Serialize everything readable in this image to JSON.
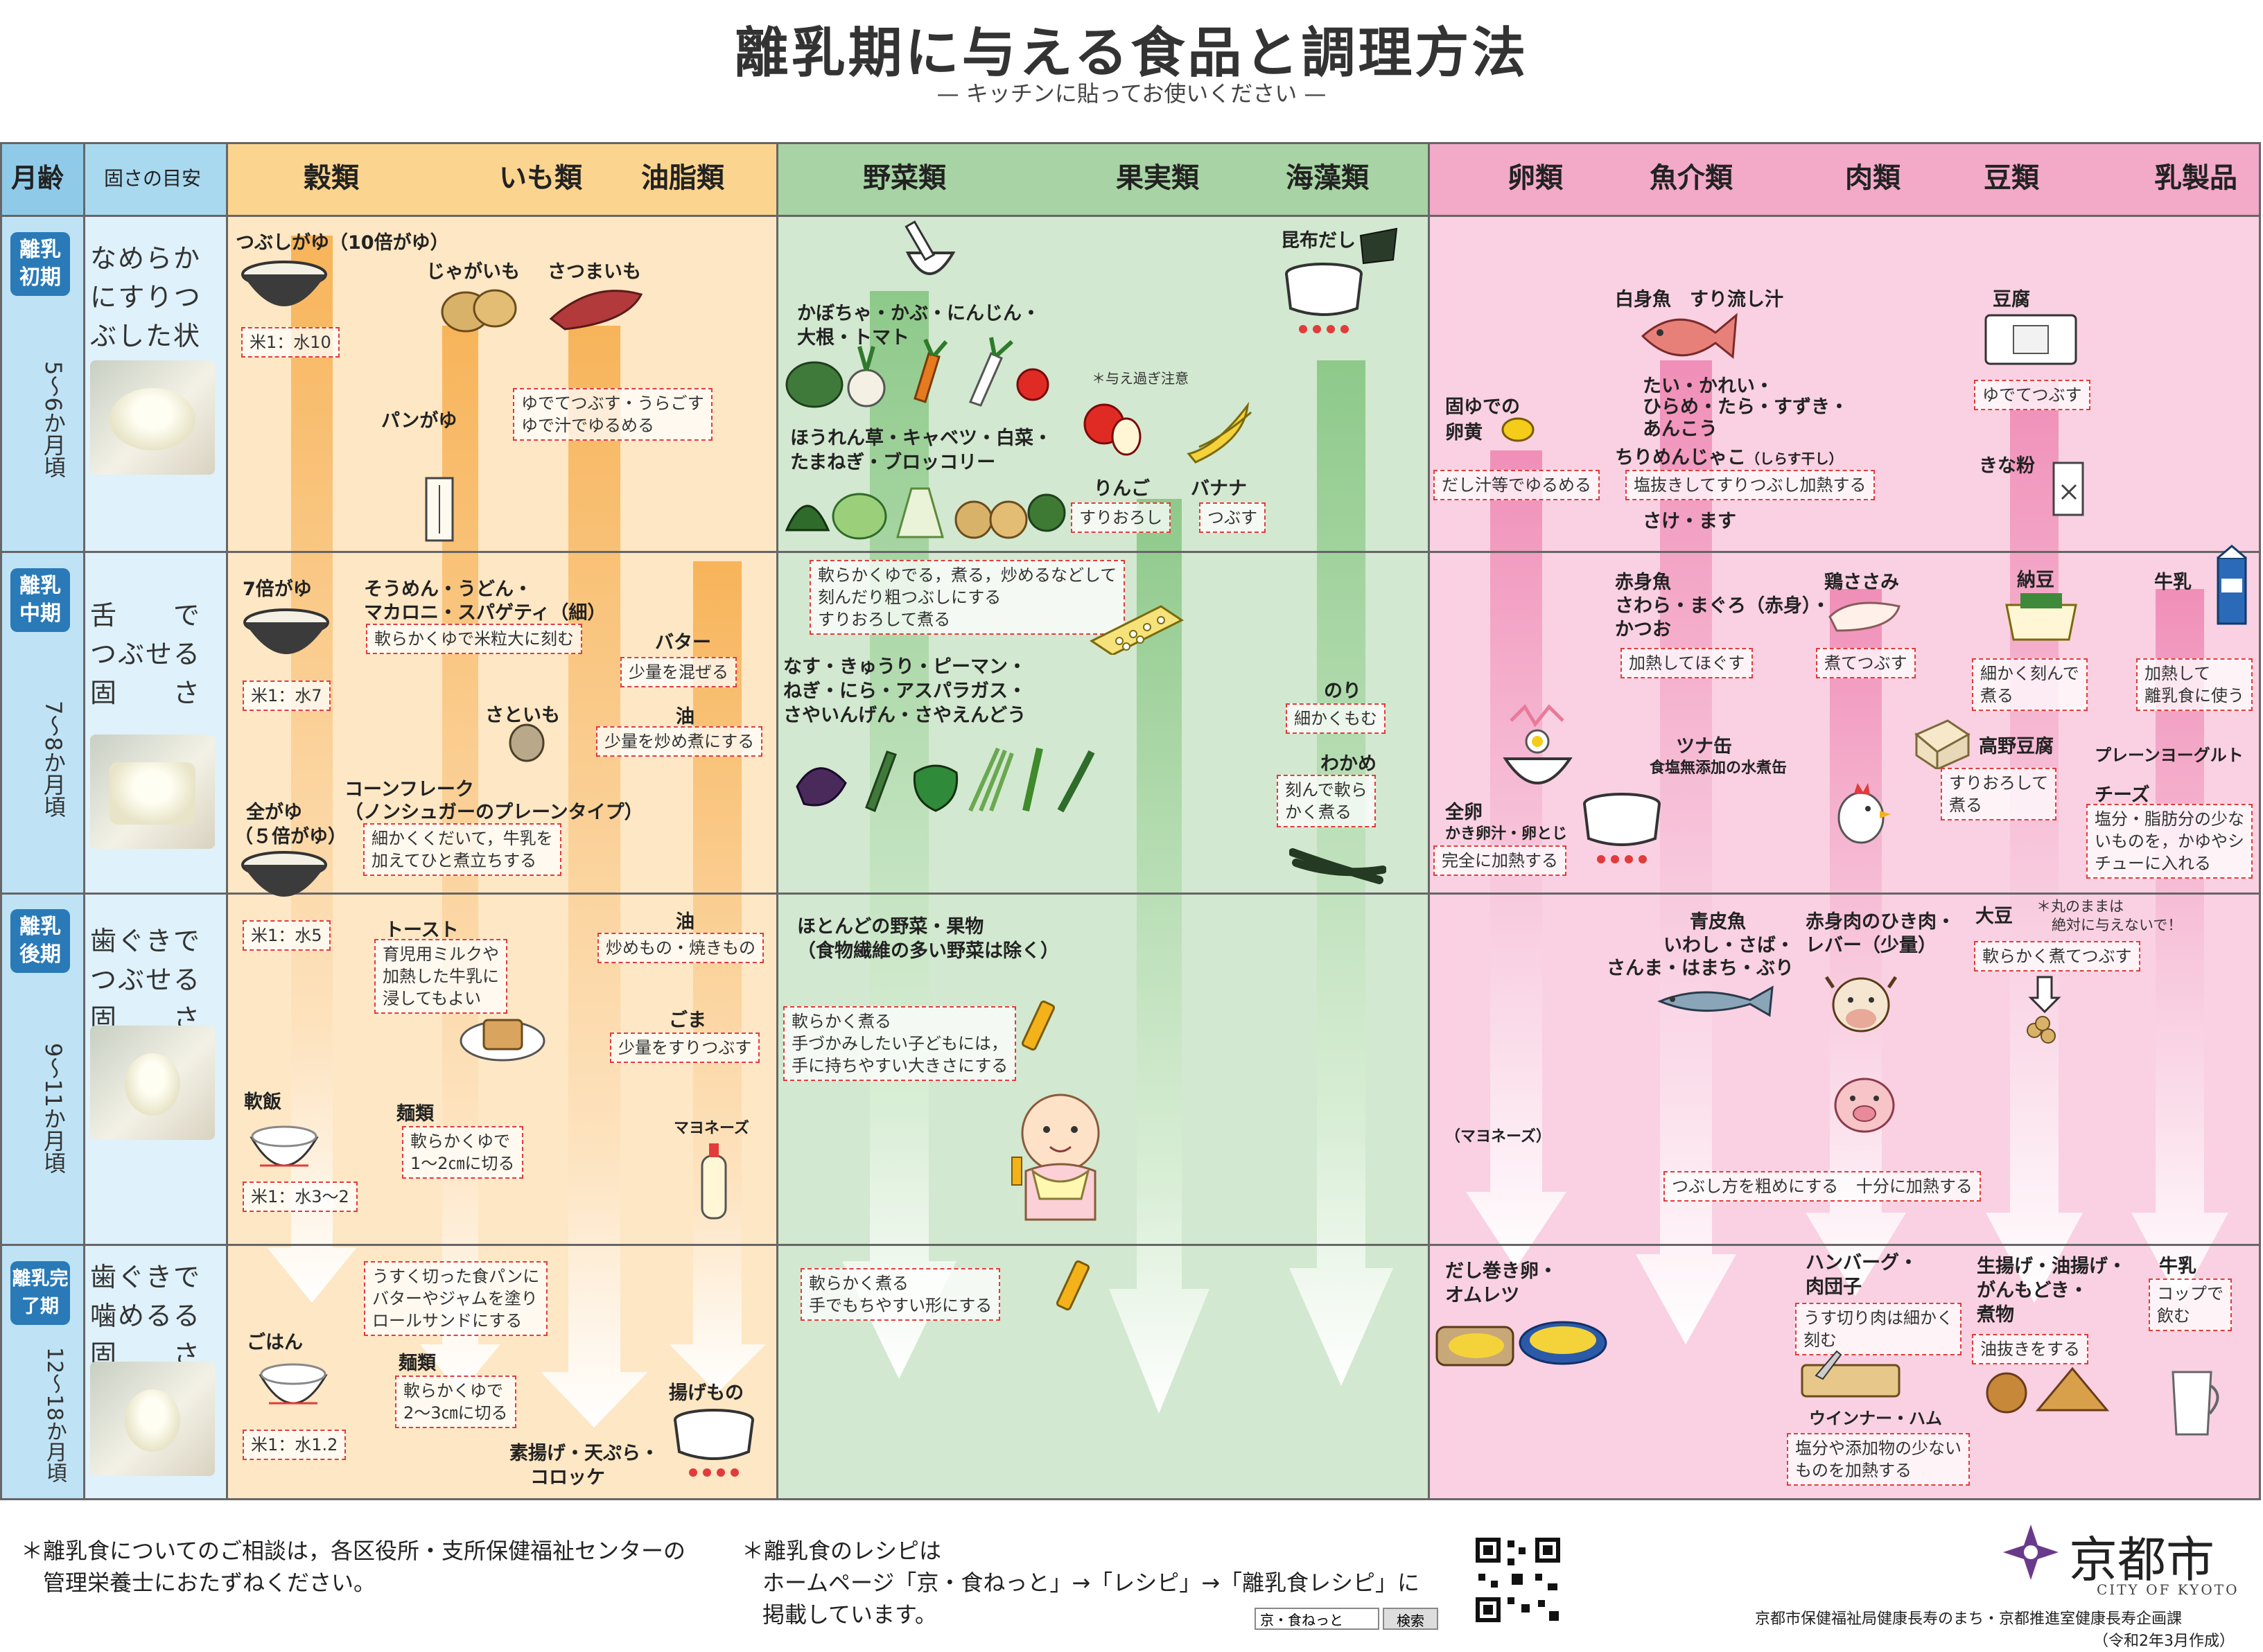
{
  "title": "離乳期に与える食品と調理方法",
  "subtitle": "— キッチンに貼ってお使いください —",
  "headers": {
    "month": "月齢",
    "firmness": "固さの目安",
    "grains": "穀類",
    "potatoes": "いも類",
    "fats": "油脂類",
    "vegetables": "野菜類",
    "fruits": "果実類",
    "seaweed": "海藻類",
    "eggs": "卵類",
    "seafood": "魚介類",
    "meat": "肉類",
    "beans": "豆類",
    "dairy": "乳製品"
  },
  "stages": [
    {
      "name": "離乳初期",
      "months": "5〜6か月頃",
      "firmness": "なめらかにすりつぶした状　　態"
    },
    {
      "name": "離乳中期",
      "months": "7〜8か月頃",
      "firmness": "舌　　でつぶせる固　　さ"
    },
    {
      "name": "離乳後期",
      "months": "9〜11か月頃",
      "firmness": "歯ぐきでつぶせる固　　さ"
    },
    {
      "name": "離乳完了期",
      "months": "12〜18か月頃",
      "firmness": "歯ぐきで噛めるる固　　さ"
    }
  ],
  "grains_col": {
    "s1_item": "つぶしがゆ（10倍がゆ）",
    "s1_ratio": "米1：水10",
    "s1_bread": "パンがゆ",
    "potato": "じゃがいも",
    "sweetpotato": "さつまいも",
    "potato_note1": "ゆでてつぶす・うらごす",
    "potato_note2": "ゆで汁でゆるめる",
    "s2_item": "7倍がゆ",
    "s2_ratio": "米1：水7",
    "noodles1": "そうめん・うどん・",
    "noodles2": "マカロニ・スパゲティ（細）",
    "noodles_note": "軟らかくゆで米粒大に刻む",
    "taro": "さといも",
    "butter": "バター",
    "butter_note": "少量を混ぜる",
    "oil": "油",
    "oil_note": "少量を炒め煮にする",
    "cornflake1": "コーンフレーク",
    "cornflake2": "（ノンシュガーのプレーンタイプ）",
    "cornflake_note1": "細かくくだいて，牛乳を",
    "cornflake_note2": "加えてひと煮立ちする",
    "zengayu1": "全がゆ",
    "zengayu2": "（５倍がゆ）",
    "s3_ratio": "米1：水5",
    "toast": "トースト",
    "toast_note1": "育児用ミルクや",
    "toast_note2": "加熱した牛乳に",
    "toast_note3": "浸してもよい",
    "oil3": "油",
    "oil3_note": "炒めもの・焼きもの",
    "sesame": "ごま",
    "sesame_note": "少量をすりつぶす",
    "mayo": "マヨネーズ",
    "softrice": "軟飯",
    "softrice_ratio": "米1：水3〜2",
    "men3": "麺類",
    "men3_note1": "軟らかくゆで",
    "men3_note2": "1〜2㎝に切る",
    "s4_bread_note1": "うすく切った食パンに",
    "s4_bread_note2": "バターやジャムを塗り",
    "s4_bread_note3": "ロールサンドにする",
    "rice": "ごはん",
    "rice_ratio": "米1：水1.2",
    "men4": "麺類",
    "men4_note1": "軟らかくゆで",
    "men4_note2": "2〜3㎝に切る",
    "fried": "揚げもの",
    "fried_items1": "素揚げ・天ぷら・",
    "fried_items2": "コロッケ"
  },
  "veg_col": {
    "s1_veg1": "かぼちゃ・かぶ・にんじん・",
    "s1_veg2": "大根・トマト",
    "s1_veg3": "ほうれん草・キャベツ・白菜・",
    "s1_veg4": "たまねぎ・ブロッコリー",
    "fruit_warn": "＊与え過ぎ注意",
    "apple": "りんご",
    "apple_note": "すりおろし",
    "banana": "バナナ",
    "banana_note": "つぶす",
    "kombu": "昆布だし",
    "s2_note1": "軟らかくゆでる，煮る，炒めるなどして",
    "s2_note2": "刻んだり粗つぶしにする",
    "s2_note3": "すりおろして煮る",
    "s2_veg1": "なす・きゅうり・ピーマン・",
    "s2_veg2": "ねぎ・にら・アスパラガス・",
    "s2_veg3": "さやいんげん・さやえんどう",
    "nori": "のり",
    "nori_note": "細かくもむ",
    "wakame": "わかめ",
    "wakame_note1": "刻んで軟ら",
    "wakame_note2": "かく煮る",
    "s3_veg1": "ほとんどの野菜・果物",
    "s3_veg2": "（食物繊維の多い野菜は除く）",
    "s3_note1": "軟らかく煮る",
    "s3_note2": "手づかみしたい子どもには，",
    "s3_note3": "手に持ちやすい大きさにする",
    "s4_note1": "軟らかく煮る",
    "s4_note2": "手でもちやすい形にする"
  },
  "protein_col": {
    "whitefish": "白身魚　すり流し汁",
    "whitefish_list1": "たい・かれい・",
    "whitefish_list2": "ひらめ・たら・すずき・",
    "whitefish_list3": "あんこう",
    "chirimen": "ちりめんじゃこ",
    "chirimen_sub": "（しらす干し）",
    "chirimen_note": "塩抜きしてすりつぶし加熱する",
    "salmon": "さけ・ます",
    "yolk1": "固ゆでの",
    "yolk2": "卵黄",
    "yolk_note": "だし汁等でゆるめる",
    "tofu": "豆腐",
    "tofu_note": "ゆでてつぶす",
    "kinako": "きな粉",
    "redfish1": "赤身魚",
    "redfish2": "さわら・まぐろ（赤身）・",
    "redfish3": "かつお",
    "redfish_note": "加熱してほぐす",
    "chicken": "鶏ささみ",
    "chicken_note": "煮てつぶす",
    "natto": "納豆",
    "natto_note1": "細かく刻んで",
    "natto_note2": "煮る",
    "milk": "牛乳",
    "milk_note1": "加熱して",
    "milk_note2": "離乳食に使う",
    "tuna": "ツナ缶",
    "tuna_sub": "食塩無添加の水煮缶",
    "wholeegg": "全卵",
    "wholeegg_sub": "かき卵汁・卵とじ",
    "wholeegg_note": "完全に加熱する",
    "koya": "高野豆腐",
    "koya_note1": "すりおろして",
    "koya_note2": "煮る",
    "yogurt": "プレーンヨーグルト",
    "cheese": "チーズ",
    "cheese_note1": "塩分・脂肪分の少な",
    "cheese_note2": "いものを，かゆやシ",
    "cheese_note3": "チューに入れる",
    "bluefish1": "青皮魚",
    "bluefish2": "いわし・さば・",
    "bluefish3": "さんま・はまち・ぶり",
    "redmeat1": "赤身肉のひき肉・",
    "redmeat2": "レバー（少量）",
    "soy": "大豆",
    "soy_warn1": "＊丸のままは",
    "soy_warn2": "絶対に与えないで！",
    "soy_note": "軟らかく煮てつぶす",
    "mayo2": "（マヨネーズ）",
    "s3_note1": "つぶし方を粗めにする",
    "s3_note2": "十分に加熱する",
    "omelet1": "だし巻き卵・",
    "omelet2": "オムレツ",
    "hamburg1": "ハンバーグ・",
    "hamburg2": "肉団子",
    "hamburg_note1": "うす切り肉は細かく",
    "hamburg_note2": "刻む",
    "fried_tofu1": "生揚げ・油揚げ・",
    "fried_tofu2": "がんもどき・",
    "fried_tofu3": "煮物",
    "fried_tofu_note": "油抜きをする",
    "milk4": "牛乳",
    "milk4_note1": "コップで",
    "milk4_note2": "飲む",
    "sausage": "ウインナー・ハム",
    "sausage_note1": "塩分や添加物の少ない",
    "sausage_note2": "ものを加熱する"
  },
  "footer": {
    "consult1": "＊離乳食についてのご相談は，各区役所・支所保健福祉センターの",
    "consult2": "　管理栄養士におたずねください。",
    "recipe1": "＊離乳食のレシピは",
    "recipe2": "ホームページ「京・食ねっと」→「レシピ」→「離乳食レシピ」に",
    "recipe3": "掲載しています。",
    "search_value": "京・食ねっと",
    "search_button": "検索",
    "city": "京都市",
    "city_en": "CITY OF KYOTO",
    "dept": "京都市保健福祉局健康長寿のまち・京都推進室健康長寿企画課",
    "date": "（令和2年3月作成）"
  },
  "colors": {
    "grain_bg": "#fde7c4",
    "veg_bg": "#d2e8d0",
    "protein_bg": "#f9d1e2",
    "grain_hdr": "#fbd48f",
    "veg_hdr": "#a8d3a4",
    "protein_hdr": "#f3a9c8",
    "stage_blue": "#2a7ab8",
    "month_col": "#bfe3f5",
    "dash_red": "#e23b3b"
  }
}
